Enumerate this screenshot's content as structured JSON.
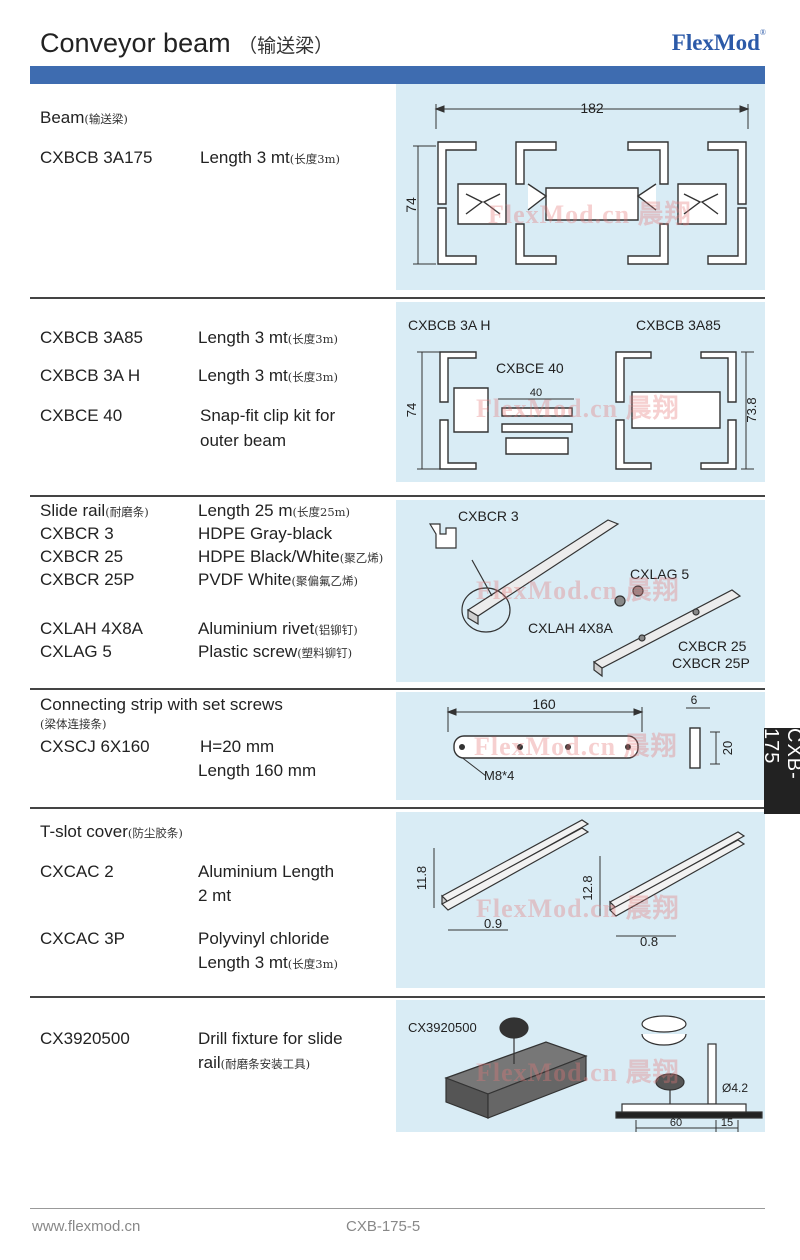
{
  "header": {
    "title": "Conveyor beam",
    "title_cn": "（输送梁）",
    "brand": "FlexMod",
    "brand_mark": "®"
  },
  "side_tab": "CXB-175",
  "watermark": "FlexMod.cn",
  "watermark_cn": "晨翔",
  "sections": {
    "beam": {
      "heading": "Beam",
      "heading_cn": "(输送梁)",
      "code": "CXBCB 3A175",
      "desc": "Length 3 mt",
      "desc_cn": "(长度3m)",
      "dim_width": "182",
      "dim_height": "74"
    },
    "beams_small": {
      "rows": [
        {
          "code": "CXBCB 3A85",
          "desc": "Length 3 mt",
          "desc_cn": "(长度3m)"
        },
        {
          "code": "CXBCB 3A H",
          "desc": "Length 3 mt",
          "desc_cn": "(长度3m)"
        },
        {
          "code": "CXBCE 40",
          "desc_line1": "Snap-fit clip kit for",
          "desc_line2": "outer beam"
        }
      ],
      "img_label_left": "CXBCB 3A H",
      "img_label_right": "CXBCB 3A85",
      "img_label_clip": "CXBCE 40",
      "dim_clip": "40",
      "dim_left": "74",
      "dim_right": "73.8"
    },
    "slide_rail": {
      "heading": "Slide rail",
      "heading_cn": "(耐磨条)",
      "heading_desc": "Length 25 m",
      "heading_desc_cn": "(长度25m)",
      "rows": [
        {
          "code": "CXBCR 3",
          "desc": "HDPE Gray-black",
          "desc_cn": ""
        },
        {
          "code": "CXBCR 25",
          "desc": "HDPE Black/White",
          "desc_cn": "(聚乙烯)"
        },
        {
          "code": "CXBCR 25P",
          "desc": "PVDF White",
          "desc_cn": "(聚偏氟乙烯)"
        },
        {
          "code": "CXLAH 4X8A",
          "desc": "Aluminium rivet",
          "desc_cn": "(铝铆钉)"
        },
        {
          "code": "CXLAG 5",
          "desc": "Plastic screw",
          "desc_cn": "(塑料铆钉)"
        }
      ],
      "img_labels": {
        "cxbcr3": "CXBCR 3",
        "cxlag5": "CXLAG 5",
        "cxlah": "CXLAH 4X8A",
        "cxbcr25": "CXBCR 25",
        "cxbcr25p": "CXBCR 25P"
      }
    },
    "connecting_strip": {
      "heading": "Connecting strip with set screws",
      "heading_cn": "(梁体连接条)",
      "code": "CXSCJ 6X160",
      "desc_line1": "H=20 mm",
      "desc_line2": "Length 160 mm",
      "dim_len": "160",
      "dim_t": "6",
      "dim_h": "20",
      "screws": "M8*4"
    },
    "tslot": {
      "heading": "T-slot cover",
      "heading_cn": "(防尘胶条)",
      "rows": [
        {
          "code": "CXCAC 2",
          "desc_line1": "Aluminium Length",
          "desc_line2": "2 mt",
          "desc_cn": ""
        },
        {
          "code": "CXCAC 3P",
          "desc_line1": "Polyvinyl chloride",
          "desc_line2": "Length 3 mt",
          "desc_cn": "(长度3m)"
        }
      ],
      "dim_a_h": "11.8",
      "dim_a_t": "0.9",
      "dim_b_h": "12.8",
      "dim_b_t": "0.8"
    },
    "drill_fixture": {
      "code": "CX3920500",
      "desc_line1": "Drill fixture for slide",
      "desc_line2": "rail",
      "desc_cn": "(耐磨条安装工具)",
      "img_label": "CX3920500",
      "dim_drill": "Ø4.2",
      "dim_60": "60",
      "dim_15": "15"
    }
  },
  "footer": {
    "website": "www.flexmod.cn",
    "page": "CXB-175-5"
  }
}
